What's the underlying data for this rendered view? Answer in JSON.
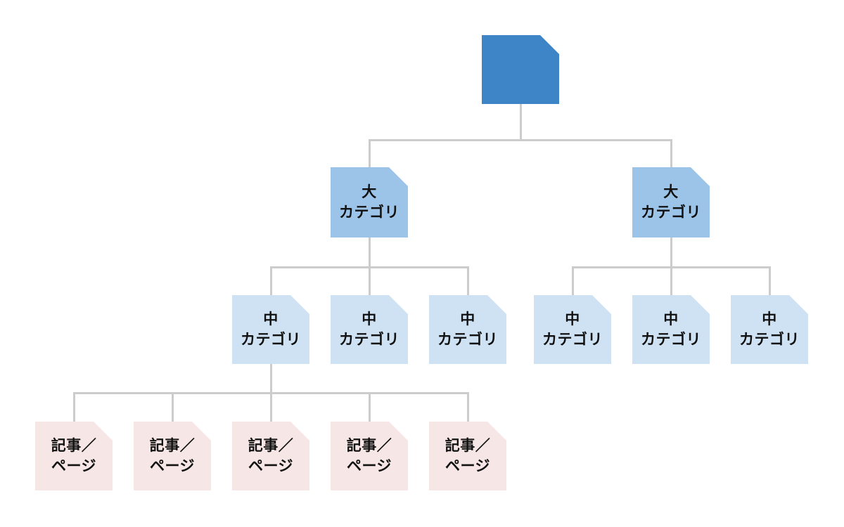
{
  "colors": {
    "root_fill": "#3d85c6",
    "large_fill": "#9cc4e8",
    "medium_fill": "#cfe2f3",
    "page_fill": "#f6e6e5",
    "line_color": "#cccccc",
    "text_color": "#111111"
  },
  "diagram": {
    "large_categories": [
      {
        "line1": "大",
        "line2": "カテゴリ"
      },
      {
        "line1": "大",
        "line2": "カテゴリ"
      }
    ],
    "medium_categories": [
      {
        "line1": "中",
        "line2": "カテゴリ"
      },
      {
        "line1": "中",
        "line2": "カテゴリ"
      },
      {
        "line1": "中",
        "line2": "カテゴリ"
      },
      {
        "line1": "中",
        "line2": "カテゴリ"
      },
      {
        "line1": "中",
        "line2": "カテゴリ"
      },
      {
        "line1": "中",
        "line2": "カテゴリ"
      }
    ],
    "pages": [
      {
        "line1": "記事／",
        "line2": "ページ"
      },
      {
        "line1": "記事／",
        "line2": "ページ"
      },
      {
        "line1": "記事／",
        "line2": "ページ"
      },
      {
        "line1": "記事／",
        "line2": "ページ"
      },
      {
        "line1": "記事／",
        "line2": "ページ"
      }
    ]
  }
}
